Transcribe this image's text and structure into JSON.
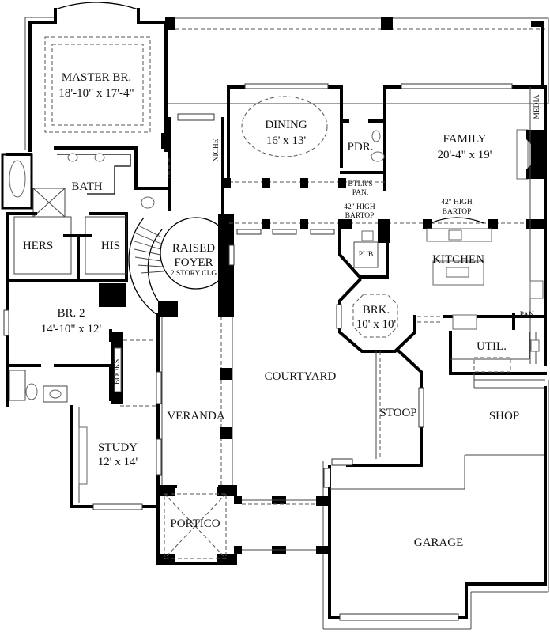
{
  "plan": {
    "rooms": [
      {
        "id": "master",
        "name": "MASTER BR.",
        "dims": "18'-10\" x 17'-4\""
      },
      {
        "id": "bath",
        "name": "BATH"
      },
      {
        "id": "hers",
        "name": "HERS"
      },
      {
        "id": "his",
        "name": "HIS"
      },
      {
        "id": "br2",
        "name": "BR. 2",
        "dims": "14'-10\" x 12'"
      },
      {
        "id": "study",
        "name": "STUDY",
        "dims": "12' x 14'"
      },
      {
        "id": "niche",
        "name": "NICHE"
      },
      {
        "id": "foyer",
        "name": "RAISED",
        "name2": "FOYER",
        "note": "2 STORY CLG"
      },
      {
        "id": "dining",
        "name": "DINING",
        "dims": "16' x 13'"
      },
      {
        "id": "pdr",
        "name": "PDR."
      },
      {
        "id": "butler",
        "name": "BTLR'S",
        "name2": "PAN."
      },
      {
        "id": "bartop1",
        "name": "42\" HIGH",
        "name2": "BARTOP"
      },
      {
        "id": "bartop2",
        "name": "42\" HIGH",
        "name2": "BARTOP"
      },
      {
        "id": "family",
        "name": "FAMILY",
        "dims": "20'-4\" x 19'"
      },
      {
        "id": "media",
        "name": "MEDIA"
      },
      {
        "id": "pub",
        "name": "PUB"
      },
      {
        "id": "kitchen",
        "name": "KITCHEN"
      },
      {
        "id": "brk",
        "name": "BRK.",
        "dims": "10' x 10'"
      },
      {
        "id": "pan",
        "name": "PAN."
      },
      {
        "id": "util",
        "name": "UTIL."
      },
      {
        "id": "books",
        "name": "BOOKS"
      },
      {
        "id": "courtyard",
        "name": "COURTYARD"
      },
      {
        "id": "veranda",
        "name": "VERANDA"
      },
      {
        "id": "stoop",
        "name": "STOOP"
      },
      {
        "id": "shop",
        "name": "SHOP"
      },
      {
        "id": "portico",
        "name": "PORTICO"
      },
      {
        "id": "garage",
        "name": "GARAGE"
      }
    ]
  }
}
